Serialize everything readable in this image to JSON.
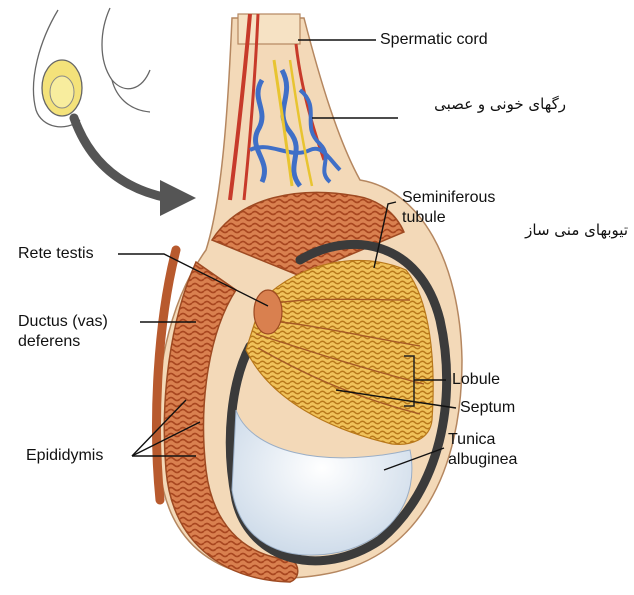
{
  "labels": {
    "spermatic_cord": "Spermatic cord",
    "vessels_nerves_fa": "رگهای خونی و عصبی",
    "seminiferous_tubule": "Seminiferous\ntubule",
    "seminiferous_tubule_fa": "تیوبهای منی ساز",
    "rete_testis": "Rete testis",
    "ductus_deferens": "Ductus (vas)\ndeferens",
    "lobule": "Lobule",
    "septum": "Septum",
    "epididymis": "Epididymis",
    "tunica_albuginea": "Tunica\nalbuginea"
  },
  "colors": {
    "epididymis": "#cf6f40",
    "tubule": "#e7a62a",
    "artery": "#c73a2a",
    "vein": "#3f6fc7",
    "albuginea": "#3b3b3b",
    "cavity": "#dfe8f2",
    "sheath": "#f3d9b8",
    "arrow": "#555555"
  }
}
